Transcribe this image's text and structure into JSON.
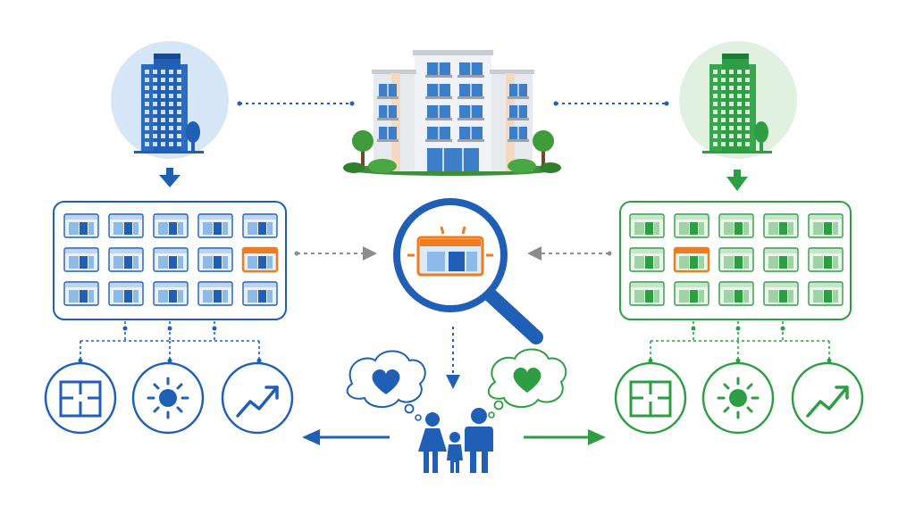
{
  "colors": {
    "blue": "#1f5fb5",
    "blue_light": "#d7e6f7",
    "green": "#2e9e44",
    "green_light": "#e1f1e0",
    "orange": "#ef7d1f",
    "connector_gray": "#8c8c8c",
    "building_facade": "#eef0f3"
  },
  "left_group": {
    "building_icon": "blue-tower-building-icon",
    "grid_rows": 3,
    "grid_cols": 5,
    "highlight_cell": [
      1,
      4
    ],
    "features": [
      "floor-plan-icon",
      "sun-icon",
      "trend-up-icon"
    ]
  },
  "right_group": {
    "building_icon": "green-tower-building-icon",
    "grid_rows": 3,
    "grid_cols": 5,
    "highlight_cell": [
      1,
      1
    ],
    "features": [
      "floor-plan-icon",
      "sun-icon",
      "trend-up-icon"
    ]
  },
  "center": {
    "building_icon": "apartment-building-icon",
    "magnifier_icon": "magnifying-glass-icon",
    "family_icon": "family-icon",
    "thought_bubbles": [
      "blue-heart-icon",
      "green-heart-icon"
    ]
  }
}
